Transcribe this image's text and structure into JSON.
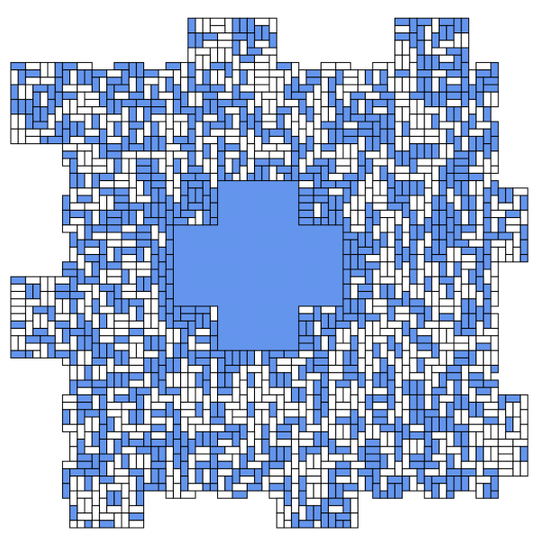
{
  "colors": {
    "background": "#ffffff",
    "fill_blue": "#6495ed",
    "fill_white": "#ffffff",
    "outline": "#000000"
  },
  "pattern": {
    "kind": "domino-tiling",
    "center_region": "solid-blue-plus",
    "border": "jagged-fractal"
  }
}
